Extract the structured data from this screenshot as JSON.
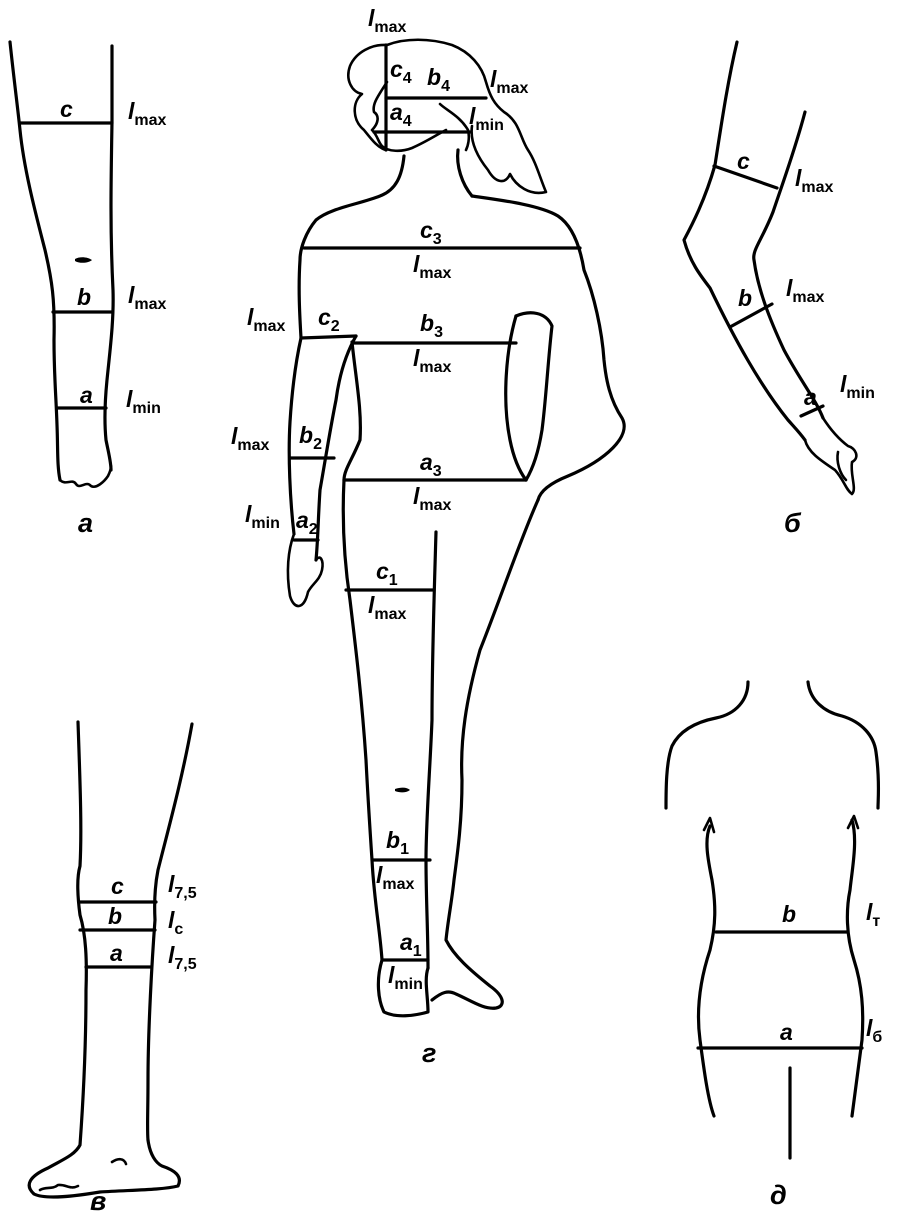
{
  "panels": {
    "a": {
      "caption": "а",
      "levels": [
        {
          "seg": "c",
          "l": "l",
          "ls": "max"
        },
        {
          "seg": "b",
          "l": "l",
          "ls": "max"
        },
        {
          "seg": "a",
          "l": "l",
          "ls": "min"
        }
      ]
    },
    "b": {
      "caption": "б",
      "levels": [
        {
          "seg": "c",
          "l": "l",
          "ls": "max"
        },
        {
          "seg": "b",
          "l": "l",
          "ls": "max"
        },
        {
          "seg": "a",
          "l": "l",
          "ls": "min"
        }
      ]
    },
    "v": {
      "caption": "в",
      "levels": [
        {
          "seg": "c",
          "l": "l",
          "ls": "7,5"
        },
        {
          "seg": "b",
          "l": "l",
          "ls": "c"
        },
        {
          "seg": "a",
          "l": "l",
          "ls": "7,5"
        }
      ]
    },
    "g": {
      "caption": "г",
      "head": {
        "top": {
          "l": "l",
          "ls": "max"
        },
        "c4": {
          "s": "c",
          "n": "4"
        },
        "b4": {
          "s": "b",
          "n": "4",
          "l": "l",
          "ls": "max"
        },
        "a4": {
          "s": "a",
          "n": "4",
          "l": "l",
          "ls": "min"
        }
      },
      "shoulder": {
        "s": "c",
        "n": "3",
        "l": "l",
        "ls": "max"
      },
      "arm": {
        "c2": {
          "s": "c",
          "n": "2",
          "l": "l",
          "ls": "max"
        },
        "b2": {
          "s": "b",
          "n": "2",
          "l": "l",
          "ls": "max"
        },
        "a2": {
          "s": "a",
          "n": "2",
          "l": "l",
          "ls": "min"
        }
      },
      "chest": {
        "s": "b",
        "n": "3",
        "l": "l",
        "ls": "max"
      },
      "hips": {
        "s": "a",
        "n": "3",
        "l": "l",
        "ls": "max"
      },
      "leg": {
        "c1": {
          "s": "c",
          "n": "1",
          "l": "l",
          "ls": "max"
        },
        "b1": {
          "s": "b",
          "n": "1",
          "l": "l",
          "ls": "max"
        },
        "a1": {
          "s": "a",
          "n": "1",
          "l": "l",
          "ls": "min"
        }
      }
    },
    "d": {
      "caption": "д",
      "levels": [
        {
          "seg": "b",
          "l": "l",
          "ls": "т"
        },
        {
          "seg": "a",
          "l": "l",
          "ls": "б"
        }
      ]
    }
  }
}
